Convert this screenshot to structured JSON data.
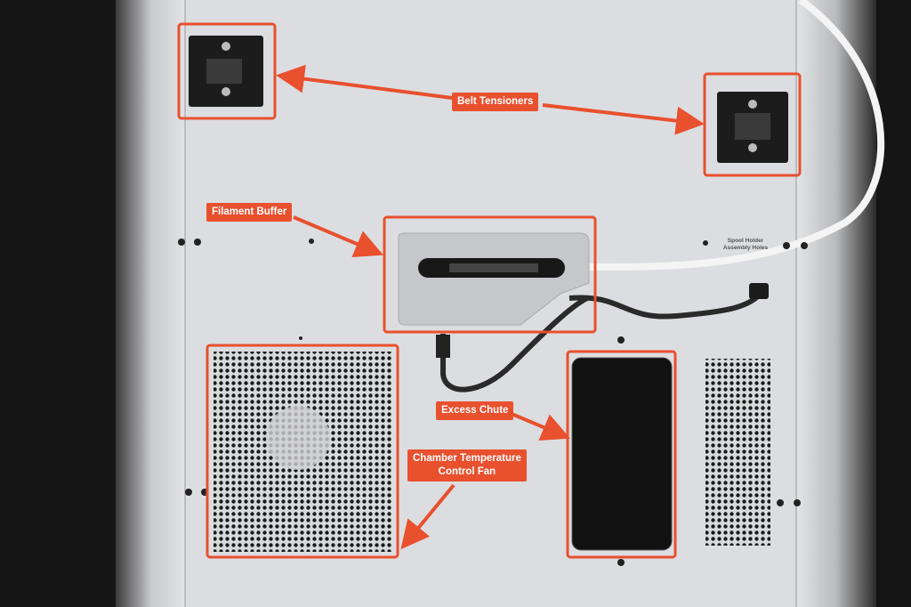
{
  "labels": {
    "belt_tensioners": "Belt Tensioners",
    "filament_buffer": "Filament Buffer",
    "excess_chute": "Excess Chute",
    "fan_line1": "Chamber Temperature",
    "fan_line2": "Control Fan"
  },
  "panel_text": {
    "spool_line1": "Spool Holder",
    "spool_line2": "Assembly Holes"
  },
  "colors": {
    "annotation": "#e8502e",
    "panel": "#dcdde0",
    "background": "#151515"
  }
}
